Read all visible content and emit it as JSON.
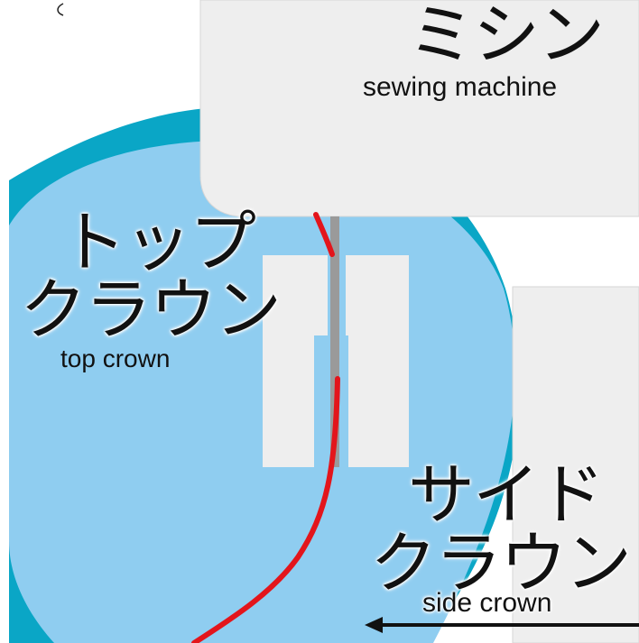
{
  "colors": {
    "crown_dark": "#0aa6c6",
    "crown_light": "#8fcdf0",
    "machine": "#eeeeee",
    "machine_border": "#d6d6d6",
    "thread": "#e3151b",
    "needle": "#9a9a9a",
    "arrow": "#111111"
  },
  "labels": {
    "machine_jp": "ミシン",
    "machine_en": "sewing machine",
    "top_crown_jp_line1": "トップ",
    "top_crown_jp_line2": "クラウン",
    "top_crown_en": "top crown",
    "side_crown_jp_line1": "サイド",
    "side_crown_jp_line2": "クラウン",
    "side_crown_en": "side crown"
  },
  "icons": {
    "arrow": "left-arrow-icon"
  }
}
